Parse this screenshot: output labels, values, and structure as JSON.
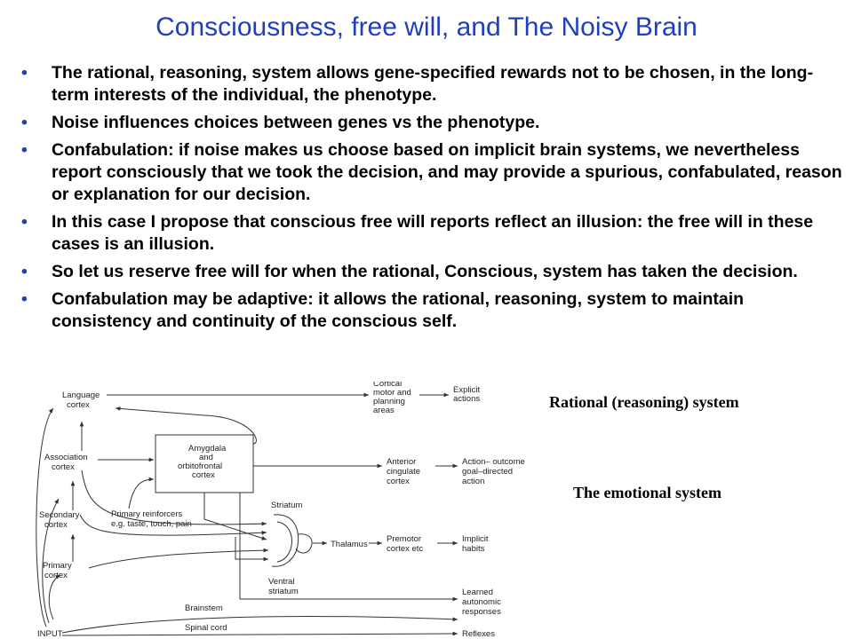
{
  "slide": {
    "title": "Consciousness, free will, and The Noisy Brain",
    "bullets": [
      "The rational, reasoning, system allows gene-specified rewards not to be chosen, in the long-term interests of the individual, the phenotype.",
      "Noise influences choices between genes vs the phenotype.",
      "Confabulation: if noise makes us choose based on implicit brain systems, we nevertheless report consciously that we took the decision, and may provide a spurious, confabulated, reason or explanation for our decision.",
      "In this case I propose that conscious free will reports reflect an illusion: the free will in these cases is an illusion.",
      "So let us reserve free will for when the rational, Conscious, system has taken the decision.",
      "Confabulation may be adaptive: it allows the rational, reasoning, system to maintain consistency and continuity of the conscious self."
    ],
    "bullet_symbol": "•",
    "title_color": "#1f3fbf"
  },
  "diagram": {
    "language_cortex": [
      "Language",
      "cortex"
    ],
    "association_cortex": [
      "Association",
      "cortex"
    ],
    "secondary_cortex": [
      "Secondary",
      "cortex"
    ],
    "primary_cortex": [
      "Primary",
      "cortex"
    ],
    "input": "INPUT",
    "amygdala": [
      "Amygdala",
      "and",
      "orbitofrontal",
      "cortex"
    ],
    "primary_reinforcers": [
      "Primary reinforcers",
      "e.g. taste, touch, pain"
    ],
    "striatum": "Striatum",
    "ventral_striatum": [
      "Ventral",
      "striatum"
    ],
    "thalamus": "Thalamus",
    "brainstem": "Brainstem",
    "spinal_cord": "Spinal cord",
    "cortical_motor": [
      "Cortical",
      "motor and",
      "planning",
      "areas"
    ],
    "explicit_actions": [
      "Explicit",
      "actions"
    ],
    "anterior_cingulate": [
      "Anterior",
      "cingulate",
      "cortex"
    ],
    "action_outcome": [
      "Action– outcome",
      "goal–directed",
      "action"
    ],
    "premotor": [
      "Premotor",
      "cortex etc"
    ],
    "implicit_habits": [
      "Implicit",
      "habits"
    ],
    "learned_autonomic": [
      "Learned",
      "autonomic",
      "responses"
    ],
    "reflexes": "Reflexes",
    "rational_system_label": "Rational (reasoning) system",
    "emotional_system_label": "The emotional system"
  }
}
